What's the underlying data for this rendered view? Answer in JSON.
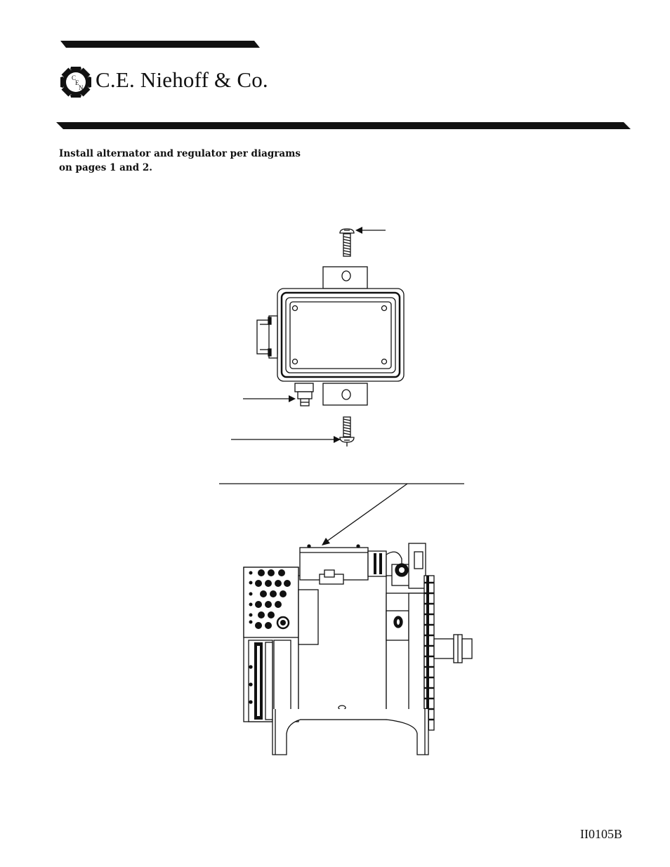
{
  "header": {
    "company_name": "C.E. Niehoff & Co.",
    "logo": {
      "icon": "cen-gear-logo-icon",
      "letters": [
        "C",
        "E",
        "N"
      ]
    }
  },
  "instructions": {
    "line1": "Install alternator and regulator per diagrams",
    "line2": "on pages 1 and 2."
  },
  "figures": {
    "regulator": {
      "icon": "regulator-mounting-diagram"
    },
    "alternator": {
      "icon": "alternator-side-view-diagram"
    }
  },
  "footer": {
    "doc_code": "II0105B"
  }
}
